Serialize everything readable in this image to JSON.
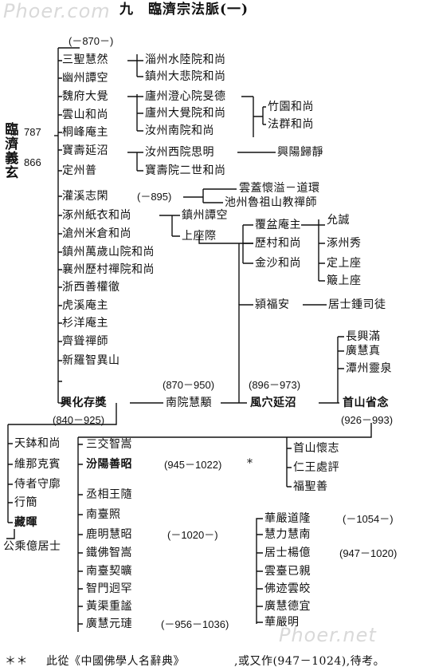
{
  "title": "九　臨濟宗法脈(一)",
  "watermarks": [
    "Phoer.com",
    "Phoer.net"
  ],
  "root": {
    "name": [
      "臨",
      "濟",
      "義",
      "玄"
    ],
    "year_start": "787",
    "year_end": "866"
  },
  "gen2": [
    "三聖慧然",
    "幽州譚空",
    "魏府大覺",
    "雲山和尚",
    "桐峰庵主",
    "寶壽延沼",
    "定州普",
    "灌溪志閑",
    "涿州紙衣和尚",
    "滄州米倉和尚",
    "鎮州萬歲山院和尚",
    "襄州歷村禪院和尚",
    "浙西善權徹",
    "虎溪庵主",
    "杉洋庵主",
    "齊聳禪師",
    "新羅智異山",
    "興化存獎"
  ],
  "dates": {
    "sansheng": "(－870－)",
    "guanxi": "(－895)",
    "xinghua": "(840－925)",
    "nanyuan": "(870－950)",
    "fengxue": "(896－973)",
    "shoushan": "(926－993)",
    "fenyang": "(945－1022)",
    "fenyang_mark": "*",
    "luming": "(－1020－)",
    "guanghui": "(－956－1036)",
    "daolong": "(－1054－)",
    "yangyi": "(947－1020)"
  },
  "sansheng_heirs": [
    "淄州水陸院和尚",
    "鎮州大悲院和尚"
  ],
  "weifu_heirs": [
    "廬州澄心院旻德",
    "廬州大覺院和尚",
    "汝州南院和尚"
  ],
  "weifu_gen4": [
    "竹園和尚",
    "法群和尚"
  ],
  "baoshou_heirs": [
    "汝州西院思明",
    "寶壽院二世和尚"
  ],
  "ximing_heir": "興陽歸靜",
  "guanxi_heirs": [
    "雲蓋懷溢－道環",
    "池州魯祖山教禪師"
  ],
  "zhiyi_heirs": [
    "鎮州譚空",
    "上座際"
  ],
  "fengxue_side": [
    "覆盆庵主",
    "歷村和尚",
    "金沙和尚"
  ],
  "fengxue_side2": [
    "允誠",
    "涿州秀",
    "定上座",
    "簸上座"
  ],
  "yingfuan": "潁福安",
  "yingfuan_heir": "居士鍾司徒",
  "shoushan_side": [
    "長興滿",
    "廣慧真",
    "潭州靈泉"
  ],
  "nanyuan": "南院慧顒",
  "fengxue": "風穴延沼",
  "shoushan": "首山省念",
  "xinghua_side": [
    "天鉢和尚",
    "維那克賓",
    "侍者守廓",
    "行簡",
    "藏暉"
  ],
  "gongsheng": "公乘億居士",
  "shoushan_heirs": [
    "三交智嵩",
    "汾陽善昭",
    "丞相王隨",
    "南臺照",
    "鹿明慧昭",
    "鐵佛智嵩",
    "南臺契曠",
    "智門迥罕",
    "黃渠重謐",
    "廣慧元璉"
  ],
  "shoushan_heirs_b": [
    "首山懷志",
    "仁王處評",
    "福聖善"
  ],
  "guanghui_heirs": [
    "華嚴道隆",
    "慧力慧南",
    "居士楊億",
    "雲臺已親",
    "佛迹雲皎",
    "廣慧德宜",
    "華嚴明"
  ],
  "footnote": {
    "marks": "＊＊",
    "text_a": "此從《中國佛學人名辭典》",
    "text_b": ",或又作(947－1024),待考。"
  }
}
